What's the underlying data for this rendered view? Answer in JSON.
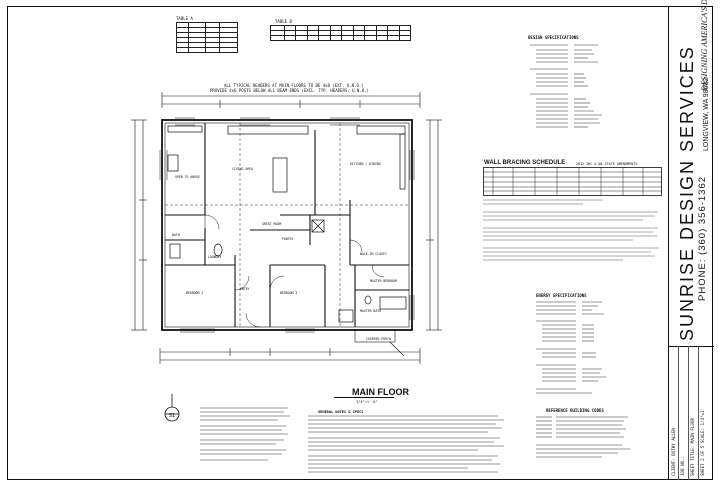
{
  "drawing": {
    "title": "MAIN FLOOR",
    "scale": "1/4\"=1'-0\"",
    "header_note_1": "ALL TYPICAL HEADERS AT MAIN FLOORS TO BE 4x8 (EXT. U.N.O.)",
    "header_note_2": "PROVIDE 4x6 POSTS BELOW ALL BEAM ENDS (EXCL. TYP. HEADERS, U.N.O.)",
    "section_marker": "S1"
  },
  "rooms": [
    {
      "name": "LIVING AREA"
    },
    {
      "name": "KITCHEN / DINING"
    },
    {
      "name": "GREAT ROOM"
    },
    {
      "name": "OPEN TO ABOVE"
    },
    {
      "name": "BEDROOM 2"
    },
    {
      "name": "BEDROOM 3"
    },
    {
      "name": "MASTER BEDROOM"
    },
    {
      "name": "PANTRY"
    },
    {
      "name": "BATH"
    },
    {
      "name": "LAUNDRY"
    },
    {
      "name": "ENTRY"
    },
    {
      "name": "WALK-IN CLOSET"
    },
    {
      "name": "MASTER BATH"
    },
    {
      "name": "COVERED PORCH"
    }
  ],
  "schedules": {
    "table_a_title": "TABLE A",
    "table_b_title": "TABLE B",
    "wall_bracing_title": "WALL BRACING SCHEDULE",
    "wall_bracing_note": "2012 IRC & WA STATE AMENDMENTS"
  },
  "notes": {
    "design_specs_title": "DESIGN SPECIFICATIONS",
    "energy_specs_title": "ENERGY SPECIFICATIONS",
    "reference_title": "REFERENCE BUILDING CODES",
    "general_notes_title": "GENERAL NOTES & SPECS"
  },
  "title_block": {
    "firm": "SUNRISE DESIGN SERVICES",
    "tagline": "DESIGNING AMERICA'S DREAMS",
    "phone": "PHONE: (360) 356-1362",
    "city": "LONGVIEW, WA 98632",
    "client_label": "CLIENT:",
    "client": "BOTHY ALLEN",
    "job_label": "JOB NO.:",
    "sheet_title_label": "SHEET TITLE:",
    "sheet_title": "MAIN FLOOR",
    "sheet_label": "SHEET",
    "sheet_no": "2",
    "of_label": "OF",
    "sheet_total": "5",
    "scale_label": "SCALE:",
    "scale": "1/4\"=1'"
  }
}
